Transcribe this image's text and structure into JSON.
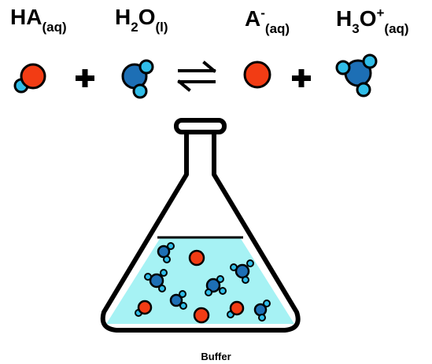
{
  "equation": {
    "reactant1": {
      "base": "HA",
      "sub": "(aq)"
    },
    "reactant2": {
      "h": "H",
      "sub2": "2",
      "o": "O",
      "state": "(l)"
    },
    "product1": {
      "base": "A",
      "charge": "-",
      "sub": "(aq)"
    },
    "product2": {
      "h": "H",
      "sub3": "3",
      "o": "O",
      "charge": "+",
      "state": "(aq)"
    }
  },
  "caption": "Buffer",
  "colors": {
    "acid_red": "#f23c14",
    "water_blue": "#1d6fb5",
    "hydrogen_light_blue": "#30bde8",
    "solution_cyan": "#a6f2f4",
    "outline": "#000000"
  },
  "icons": [
    "plus-icon",
    "equilibrium-arrows-icon",
    "erlenmeyer-flask-icon"
  ]
}
